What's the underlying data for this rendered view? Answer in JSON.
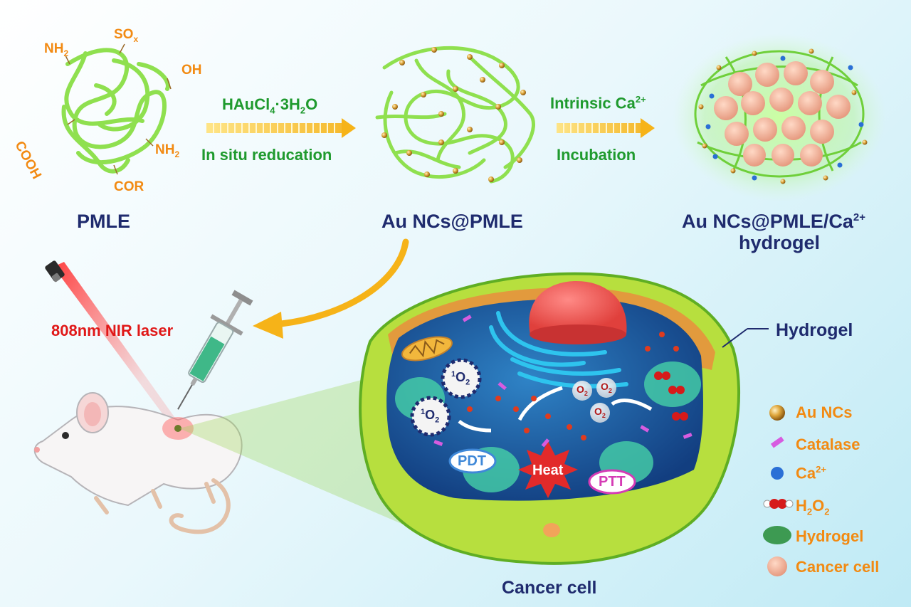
{
  "colors": {
    "navy": "#1f2b6e",
    "green": "#1f9a2e",
    "orange": "#f28a12",
    "laser_red": "#e01818",
    "polymer_green": "#8ee04c",
    "au_gold": "#d9a23a"
  },
  "pmle": {
    "title": "PMLE",
    "groups": {
      "nh2_top": "NH",
      "nh2_top_sub": "2",
      "sox": "SO",
      "sox_sub": "x",
      "oh": "OH",
      "cooh": "COOH",
      "nh2_right": "NH",
      "nh2_right_sub": "2",
      "cor": "COR"
    }
  },
  "step1": {
    "reagent_main": "HAuCl",
    "reagent_sub": "4",
    "reagent_rest": "·3H",
    "reagent_sub2": "2",
    "reagent_end": "O",
    "process": "In situ reducation"
  },
  "au_ncs_pmle": {
    "title": "Au NCs@PMLE"
  },
  "step2": {
    "reagent_main": "Intrinsic Ca",
    "reagent_sup": "2+",
    "process": "Incubation"
  },
  "hydrogel_product": {
    "title_main": "Au NCs@PMLE/Ca",
    "title_sup": "2+",
    "title_line2": "hydrogel"
  },
  "laser": {
    "label": "808nm NIR laser"
  },
  "cell": {
    "title": "Cancer cell",
    "hydrogel_callout": "Hydrogel",
    "badges": {
      "pdt": "PDT",
      "ptt": "PTT",
      "heat": "Heat"
    },
    "singlet_oxygen": {
      "sup": "1",
      "main": "O",
      "sub": "2"
    },
    "oxygen": {
      "main": "O",
      "sub": "2"
    }
  },
  "legend": {
    "items": [
      {
        "label": "Au NCs",
        "icon": "gold-sphere-icon"
      },
      {
        "label": "Catalase",
        "icon": "catalase-icon"
      },
      {
        "label": "Ca",
        "sup": "2+",
        "icon": "calcium-icon"
      },
      {
        "label": "H",
        "sub": "2",
        "label2": "O",
        "sub2": "2",
        "icon": "h2o2-icon"
      },
      {
        "label": "Hydrogel",
        "icon": "hydrogel-icon"
      },
      {
        "label": "Cancer cell",
        "icon": "cancer-cell-icon"
      }
    ]
  }
}
